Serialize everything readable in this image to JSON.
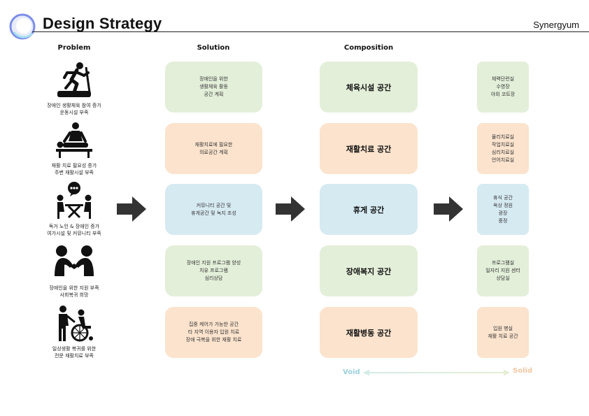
{
  "header": {
    "title": "Design Strategy",
    "brand": "Synergyum",
    "logo_icon": "ring-logo"
  },
  "columns": {
    "problem": "Problem",
    "solution": "Solution",
    "composition": "Composition"
  },
  "rows": [
    {
      "icon": "treadmill-runner-icon",
      "problem": "장애인 생활체육 참여 증가\n운동시설 부족",
      "solution": "장애인을 위한\n생활체육 활동\n공간 계획",
      "composition": "체육시설 공간",
      "details": "체력단련실\n수영장\n야외 코트장",
      "color": "#e3efd9"
    },
    {
      "icon": "massage-therapy-icon",
      "problem": "재활 치료 필요성 증가\n주변 재활시설 부족",
      "solution": "재활치료에 필요한\n의료공간 계획",
      "composition": "재활치료 공간",
      "details": "물리치료실\n작업치료실\n심리치료실\n언어치료실",
      "color": "#fbe3cd"
    },
    {
      "icon": "conversation-table-icon",
      "problem": "독거 노인 & 장애인 증가\n여가시설 및 커뮤니티 부족",
      "solution": "커뮤니티 공간 및\n휴게공간 및 녹지 조성",
      "composition": "휴게 공간",
      "details": "휴식 공간\n옥상 정원\n광장\n중정",
      "color": "#d6eaf2"
    },
    {
      "icon": "handshake-people-icon",
      "problem": "장애인을 위한 지원  부족\n사회복귀 희망",
      "solution": "장애인 지원 프로그램 양성\n치유 프로그램\n심리상담",
      "composition": "장애복지 공간",
      "details": "프로그램실\n일자리 지원 센터\n상담실",
      "color": "#e3efd9"
    },
    {
      "icon": "wheelchair-caregiver-icon",
      "problem": "일상생활 복귀를 위한\n전문 재활치료 부족",
      "solution": "집중 케어가 가능한 공간\n타 지역 이용자 입원 치료\n장애 극복을 위한 재활 치료",
      "composition": "재활병동 공간",
      "details": "입원 병실\n재활 치료 공간",
      "color": "#fbe3cd"
    }
  ],
  "legend": {
    "void": "Void",
    "solid": "Solid",
    "void_color": "#9bd1de",
    "solid_color": "#f2c7a1"
  }
}
